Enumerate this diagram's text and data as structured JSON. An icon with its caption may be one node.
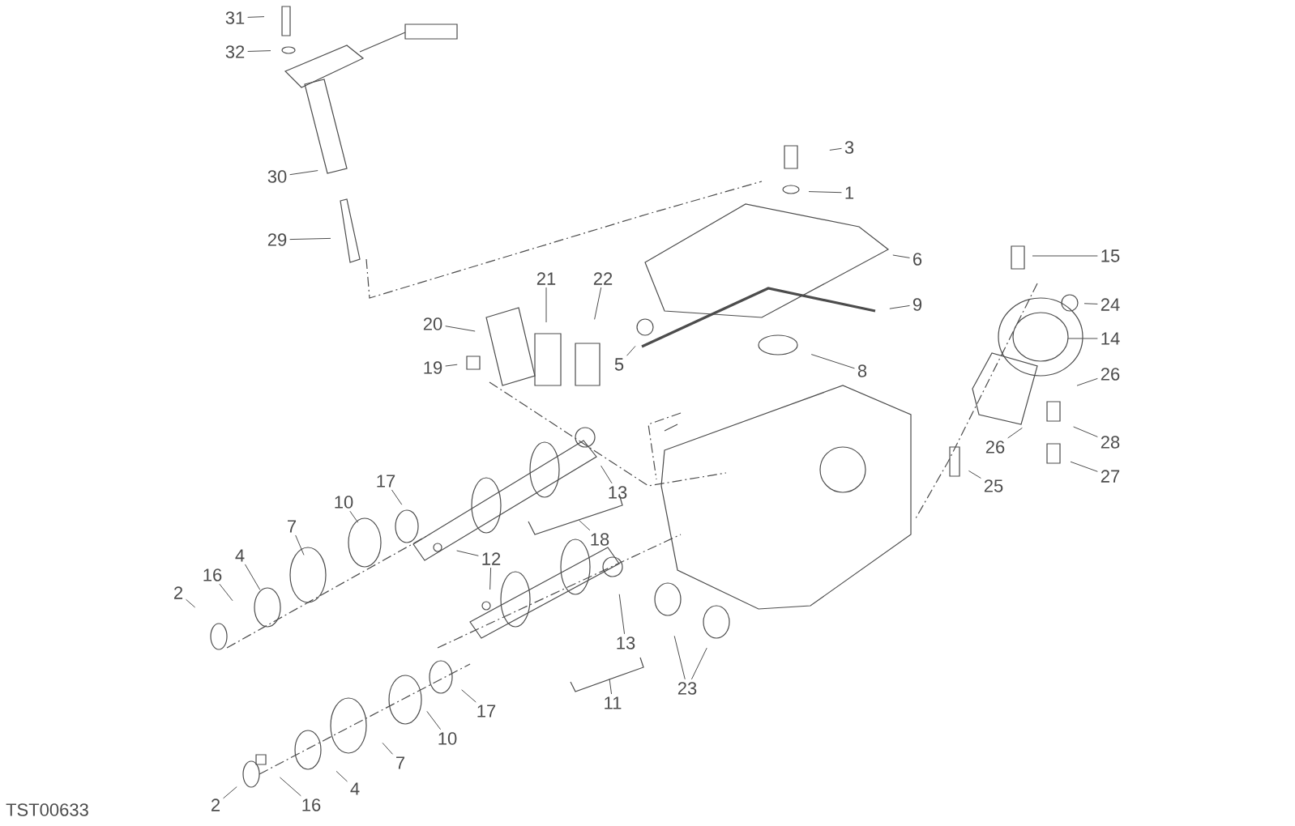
{
  "diagram": {
    "nodes": [
      {
        "text": [
          "31"
        ]
      },
      {
        "text": [
          "32"
        ]
      },
      {
        "text": [
          "30"
        ]
      },
      {
        "text": [
          "3"
        ]
      },
      {
        "text": [
          "1"
        ]
      },
      {
        "text": [
          "29"
        ]
      },
      {
        "text": [
          "15"
        ]
      },
      {
        "text": [
          "6"
        ]
      },
      {
        "text": [
          "21"
        ]
      },
      {
        "text": [
          "22"
        ]
      },
      {
        "text": [
          "9"
        ]
      },
      {
        "text": [
          "24"
        ]
      },
      {
        "text": [
          "20"
        ]
      },
      {
        "text": [
          "14"
        ]
      },
      {
        "text": [
          "5"
        ]
      },
      {
        "text": [
          "8"
        ]
      },
      {
        "text": [
          "19"
        ]
      },
      {
        "text": [
          "26"
        ]
      },
      {
        "text": [
          "28"
        ]
      },
      {
        "text": [
          "26"
        ]
      },
      {
        "text": [
          "27"
        ]
      },
      {
        "text": [
          "25"
        ]
      },
      {
        "text": [
          "17"
        ]
      },
      {
        "text": [
          "13"
        ]
      },
      {
        "text": [
          "10"
        ]
      },
      {
        "text": [
          "7"
        ]
      },
      {
        "text": [
          "18"
        ]
      },
      {
        "text": [
          "12"
        ]
      },
      {
        "text": [
          "4"
        ]
      },
      {
        "text": [
          "16"
        ]
      },
      {
        "text": [
          "2"
        ]
      },
      {
        "text": [
          "13"
        ]
      },
      {
        "text": [
          "11"
        ]
      },
      {
        "text": [
          "23"
        ]
      },
      {
        "text": [
          "17"
        ]
      },
      {
        "text": [
          "10"
        ]
      },
      {
        "text": [
          "7"
        ]
      },
      {
        "text": [
          "4"
        ]
      },
      {
        "text": [
          "2"
        ]
      },
      {
        "text": [
          "16"
        ]
      },
      {
        "text": [],
        "shape": "bracket"
      },
      {
        "text": [],
        "shape": "bracket"
      }
    ],
    "edges": [
      {
        "from": 0,
        "to": null,
        "arrow": "none"
      },
      {
        "from": 1,
        "to": null,
        "arrow": "none"
      },
      {
        "from": 2,
        "to": null,
        "arrow": "none"
      },
      {
        "from": 3,
        "to": null,
        "arrow": "none"
      },
      {
        "from": 4,
        "to": null,
        "arrow": "none"
      },
      {
        "from": 5,
        "to": null,
        "arrow": "none"
      },
      {
        "from": 6,
        "to": null,
        "arrow": "none"
      },
      {
        "from": 7,
        "to": null,
        "arrow": "none"
      },
      {
        "from": 8,
        "to": null,
        "arrow": "none"
      },
      {
        "from": 9,
        "to": null,
        "arrow": "none"
      },
      {
        "from": 10,
        "to": null,
        "arrow": "none"
      },
      {
        "from": 11,
        "to": null,
        "arrow": "none"
      },
      {
        "from": 12,
        "to": null,
        "arrow": "none"
      },
      {
        "from": 13,
        "to": null,
        "arrow": "none"
      },
      {
        "from": 14,
        "to": null,
        "arrow": "none"
      },
      {
        "from": 15,
        "to": null,
        "arrow": "none"
      },
      {
        "from": 16,
        "to": null,
        "arrow": "none"
      },
      {
        "from": 17,
        "to": null,
        "arrow": "none"
      },
      {
        "from": 18,
        "to": null,
        "arrow": "none"
      },
      {
        "from": 19,
        "to": null,
        "arrow": "none"
      },
      {
        "from": 20,
        "to": null,
        "arrow": "none"
      },
      {
        "from": 21,
        "to": null,
        "arrow": "none"
      },
      {
        "from": 22,
        "to": null,
        "arrow": "none"
      },
      {
        "from": 23,
        "to": null,
        "arrow": "none"
      },
      {
        "from": 24,
        "to": null,
        "arrow": "none"
      },
      {
        "from": 25,
        "to": null,
        "arrow": "none"
      },
      {
        "from": 26,
        "to": 40,
        "arrow": "none"
      },
      {
        "from": 27,
        "to": null,
        "arrow": "none"
      },
      {
        "from": 27,
        "to": null,
        "arrow": "none"
      },
      {
        "from": 28,
        "to": null,
        "arrow": "none"
      },
      {
        "from": 29,
        "to": null,
        "arrow": "none"
      },
      {
        "from": 30,
        "to": null,
        "arrow": "none"
      },
      {
        "from": 31,
        "to": null,
        "arrow": "none"
      },
      {
        "from": 32,
        "to": 41,
        "arrow": "none"
      },
      {
        "from": 33,
        "to": null,
        "arrow": "none"
      },
      {
        "from": 33,
        "to": null,
        "arrow": "none"
      },
      {
        "from": 34,
        "to": null,
        "arrow": "none"
      },
      {
        "from": 35,
        "to": null,
        "arrow": "none"
      },
      {
        "from": 36,
        "to": null,
        "arrow": "none"
      },
      {
        "from": 37,
        "to": null,
        "arrow": "none"
      },
      {
        "from": 38,
        "to": null,
        "arrow": "none"
      },
      {
        "from": 39,
        "to": null,
        "arrow": "none"
      }
    ],
    "labels": [
      "TST00633"
    ]
  }
}
